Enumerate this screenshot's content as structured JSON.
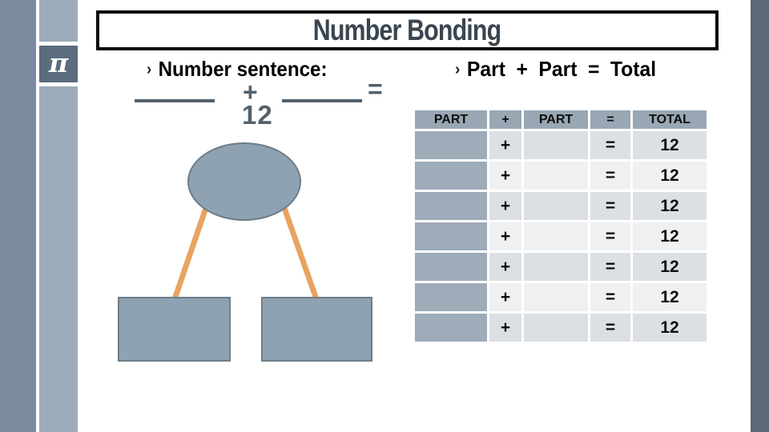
{
  "colors": {
    "sidebar1": "#7b8ca0",
    "sidebar2": "#9dacba",
    "piBox": "#5a6c7e",
    "rightBar": "#5c6a77",
    "titleText": "#3a454f",
    "grayText": "#52616c",
    "shapeFill": "#8fa2b1",
    "shapeBorder": "#6d7d89",
    "connector": "#e9a361",
    "tableHeaderBg": "#98a7b3",
    "tableCol1Bg": "#9dacb8",
    "rowOdd": "#dce0e4",
    "rowEven": "#eef0f2"
  },
  "sidebar": {
    "pi_symbol": "π"
  },
  "title": {
    "text": "Number Bonding"
  },
  "number_sentence": {
    "bullet": "›",
    "heading": "Number sentence:",
    "plus": "+",
    "equals": "=",
    "total": "12"
  },
  "part_total": {
    "bullet": "›",
    "heading": "Part + Part = Total"
  },
  "table": {
    "headers": [
      "PART",
      "+",
      "PART",
      "=",
      "TOTAL"
    ],
    "cell_names": [
      "part1-cell",
      "plus-cell",
      "part2-cell",
      "equals-cell",
      "total-cell"
    ],
    "rows": [
      [
        "",
        "+",
        "",
        "=",
        "12"
      ],
      [
        "",
        "+",
        "",
        "=",
        "12"
      ],
      [
        "",
        "+",
        "",
        "=",
        "12"
      ],
      [
        "",
        "+",
        "",
        "=",
        "12"
      ],
      [
        "",
        "+",
        "",
        "=",
        "12"
      ],
      [
        "",
        "+",
        "",
        "=",
        "12"
      ],
      [
        "",
        "+",
        "",
        "=",
        "12"
      ]
    ]
  }
}
